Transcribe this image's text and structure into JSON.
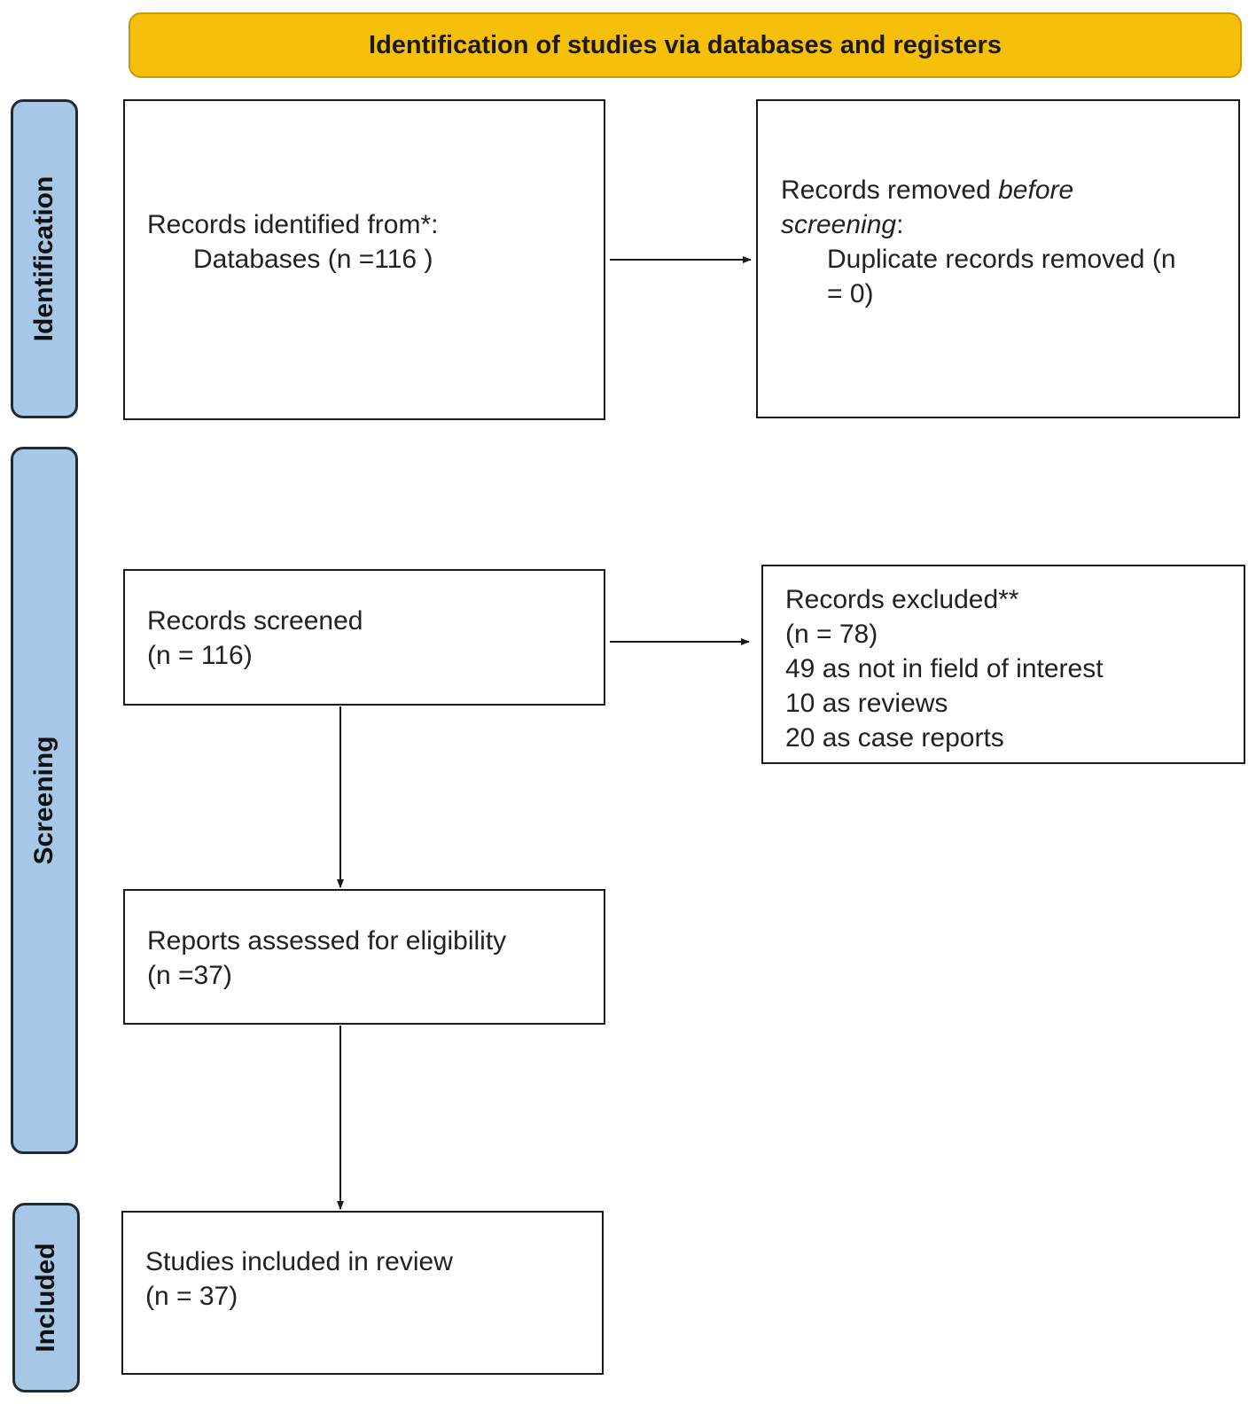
{
  "header": {
    "title": "Identification of studies via databases and registers",
    "color": "#f6bf0c"
  },
  "phases": {
    "identification": "Identification",
    "screening": "Screening",
    "included": "Included",
    "color": "#a7c7e7"
  },
  "boxes": {
    "records_identified": {
      "line1": "Records identified from*:",
      "line2": "Databases (n =116 )"
    },
    "records_removed": {
      "line1_prefix": "Records removed ",
      "line1_italic": "before",
      "line2_italic": "screening",
      "line2_suffix": ":",
      "line3": "Duplicate records removed  (n",
      "line4": "= 0)"
    },
    "records_screened": {
      "line1": "Records screened",
      "line2": "(n = 116)"
    },
    "records_excluded": {
      "line1": "Records excluded**",
      "line2": "(n = 78)",
      "line3": "49 as not in field of interest",
      "line4": "10 as reviews",
      "line5": "20 as case reports"
    },
    "reports_assessed": {
      "line1": "Reports assessed for eligibility",
      "line2": "(n =37)"
    },
    "studies_included": {
      "line1": "Studies included in review",
      "line2": "(n = 37)"
    }
  }
}
